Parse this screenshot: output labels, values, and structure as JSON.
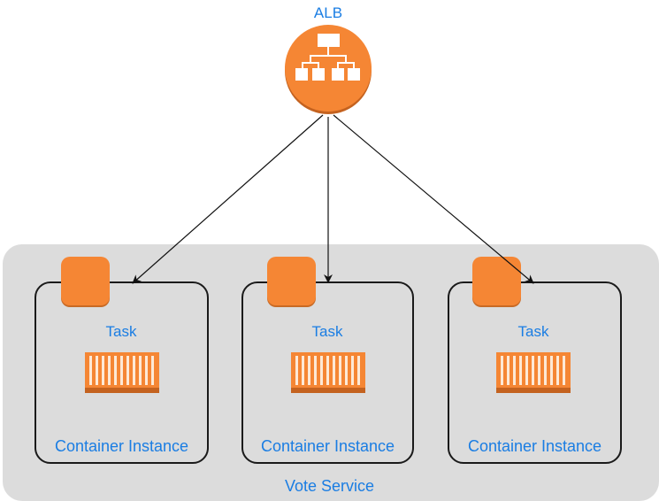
{
  "load_balancer": {
    "label": "ALB",
    "icon": "load-balancer-icon",
    "color": "#f58634"
  },
  "service": {
    "label": "Vote Service",
    "background": "#dcdcdc"
  },
  "instances": [
    {
      "label": "Container Instance",
      "task": {
        "label": "Task",
        "icon": "container-icon"
      }
    },
    {
      "label": "Container Instance",
      "task": {
        "label": "Task",
        "icon": "container-icon"
      }
    },
    {
      "label": "Container Instance",
      "task": {
        "label": "Task",
        "icon": "container-icon"
      }
    }
  ],
  "edges": [
    {
      "from": "ALB",
      "to": "instance-1"
    },
    {
      "from": "ALB",
      "to": "instance-2"
    },
    {
      "from": "ALB",
      "to": "instance-3"
    }
  ],
  "colors": {
    "text": "#1a7de3",
    "accent": "#f58634",
    "border": "#1a1a1a"
  }
}
